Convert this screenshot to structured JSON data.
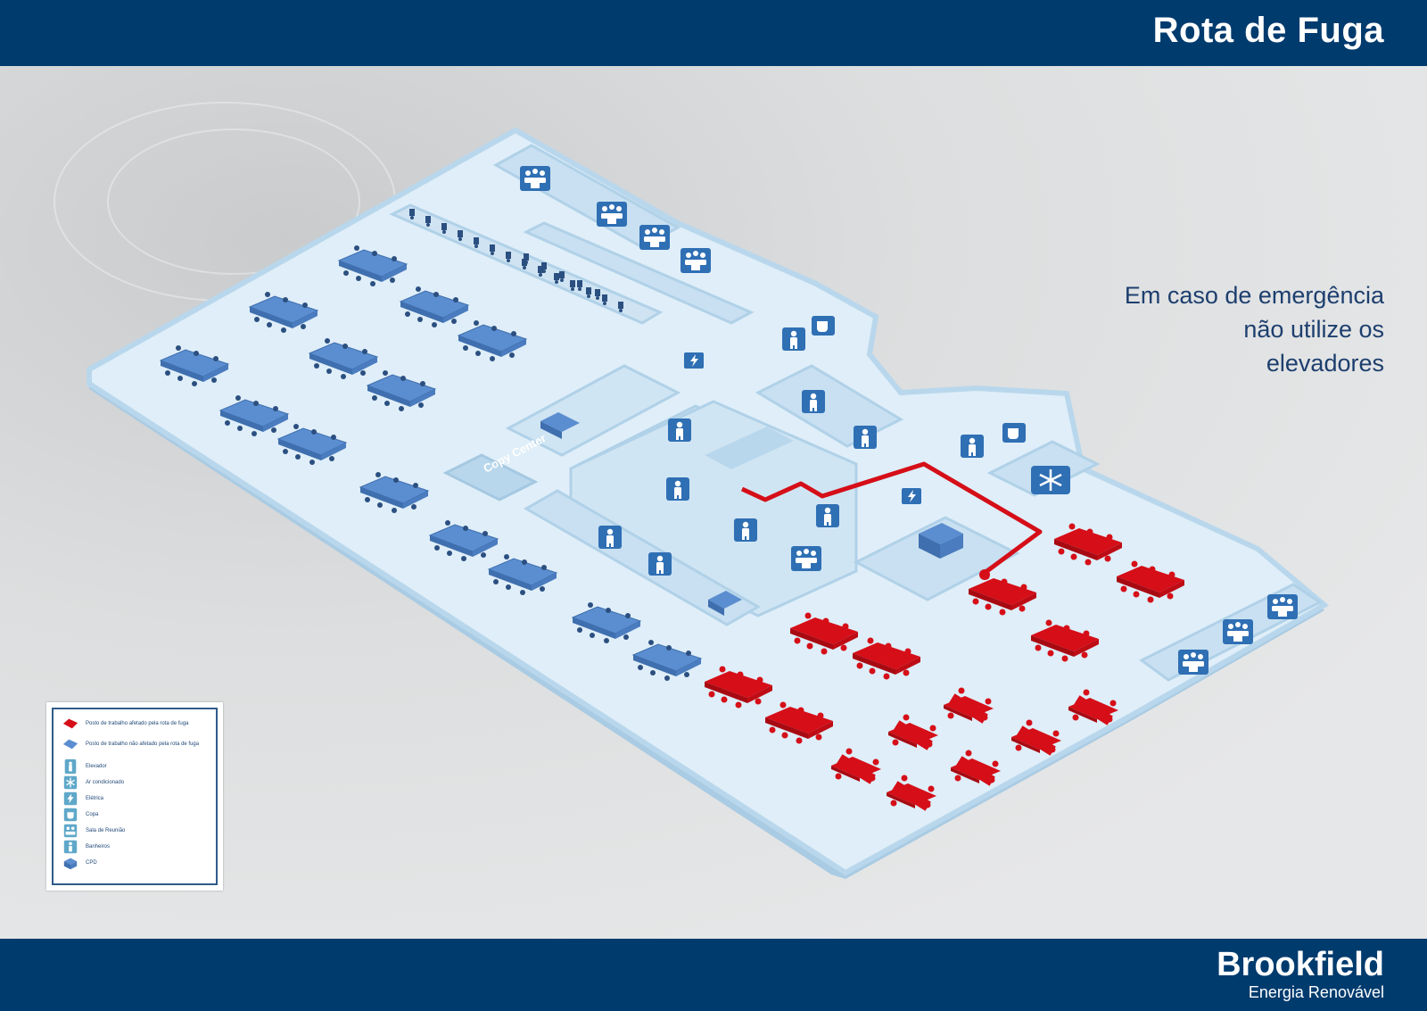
{
  "header": {
    "title": "Rota de Fuga"
  },
  "notice": {
    "line1": "Em caso de emergência",
    "line2": "não utilize os",
    "line3": "elevadores"
  },
  "footer": {
    "brand": "Brookfield",
    "subtitle": "Energia Renovável"
  },
  "floor_plan": {
    "copy_center_label": "Copy Center"
  },
  "legend": {
    "items": [
      {
        "icon": "red-workstation-icon",
        "label": "Posto de trabalho afetado pela rota de fuga"
      },
      {
        "icon": "blue-workstation-icon",
        "label": "Posto de trabalho não afetado pela rota de fuga"
      },
      {
        "icon": "elevator-icon",
        "label": "Elevador"
      },
      {
        "icon": "snowflake-icon",
        "label": "Ar condicionado"
      },
      {
        "icon": "lightning-icon",
        "label": "Elétrica"
      },
      {
        "icon": "coffee-icon",
        "label": "Copa"
      },
      {
        "icon": "meeting-room-icon",
        "label": "Sala de Reunião"
      },
      {
        "icon": "restroom-icon",
        "label": "Banheiros"
      },
      {
        "icon": "server-icon",
        "label": "CPD"
      }
    ]
  },
  "colors": {
    "brand_blue": "#003b6e",
    "route_red": "#d50e18",
    "floor_light": "#dfeef8",
    "wall": "#b9d7ec",
    "desk_blue": "#5b8ed0",
    "icon_blue": "#2f6fb4"
  }
}
